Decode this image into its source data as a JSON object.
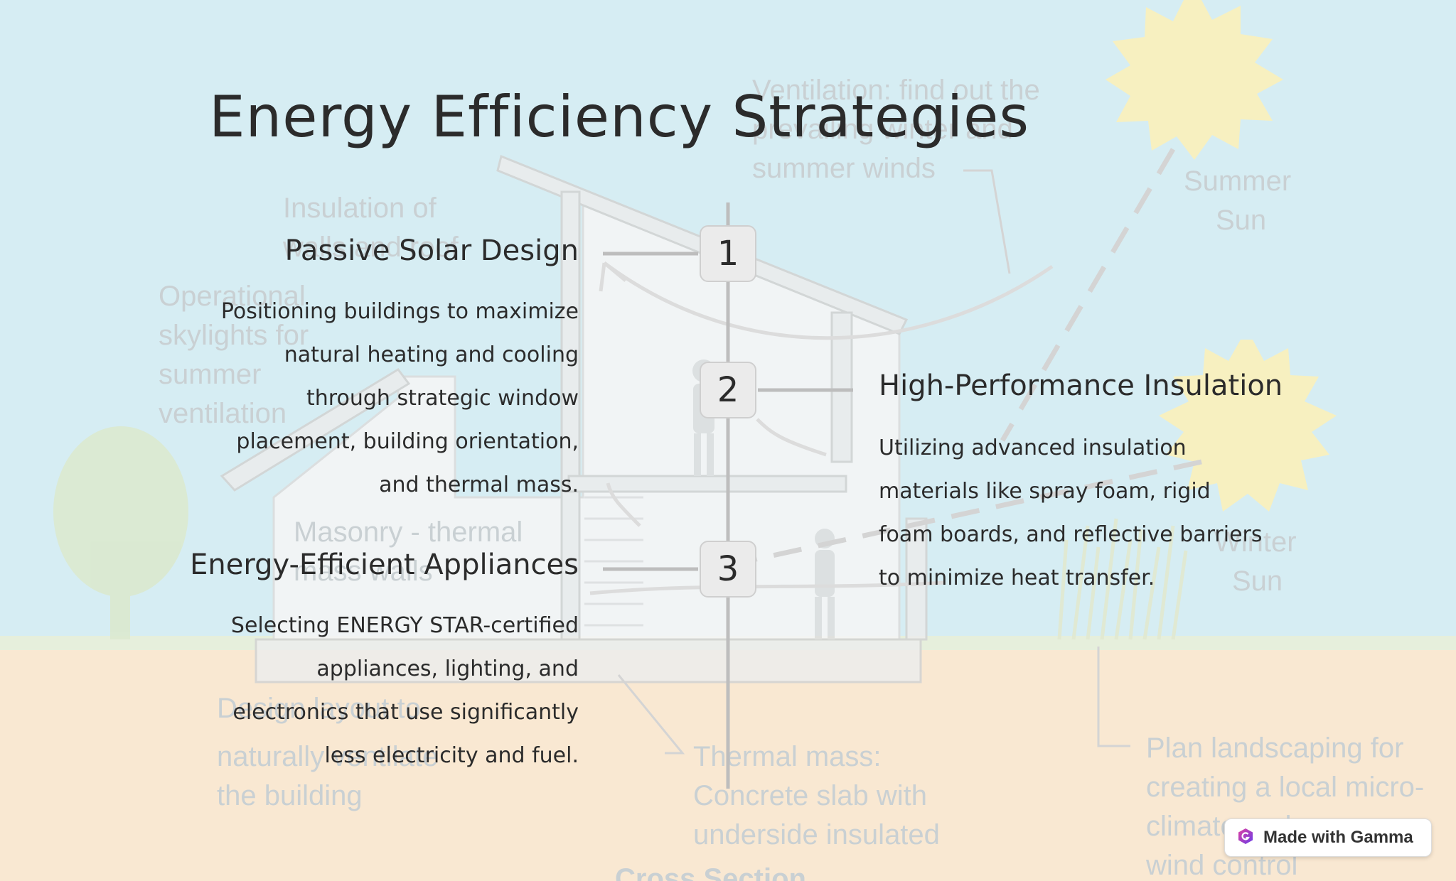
{
  "slide": {
    "title": "Energy Efficiency Strategies"
  },
  "items": [
    {
      "number": "1",
      "heading": "Passive Solar Design",
      "text": "Positioning buildings to maximize natural heating and cooling through strategic window placement, building orientation, and thermal mass."
    },
    {
      "number": "2",
      "heading": "High-Performance Insulation",
      "text": "Utilizing advanced insulation materials like spray foam, rigid foam boards, and reflective barriers to minimize heat transfer."
    },
    {
      "number": "3",
      "heading": "Energy-Efficient Appliances",
      "text": "Selecting ENERGY STAR-certified appliances, lighting, and electronics that use significantly less electricity and fuel."
    }
  ],
  "background_labels": {
    "ventilation": [
      "Ventilation: find out the",
      "prevailing winter and",
      "summer winds"
    ],
    "insulation": [
      "Insulation of",
      "walls and roof"
    ],
    "skylights": [
      "Operational",
      "skylights for",
      "summer",
      "ventilation"
    ],
    "masonry": [
      "Masonry - thermal",
      "mass walls"
    ],
    "design": [
      "Design layout to",
      "naturally ventilate",
      "the building"
    ],
    "thermal_mass": [
      "Thermal mass:",
      "Concrete slab with",
      "underside insulated"
    ],
    "landscaping": [
      "Plan landscaping for",
      "creating a local micro-",
      "climate and",
      "wind control"
    ],
    "summer_sun": [
      "Summer",
      "Sun"
    ],
    "winter_sun": [
      "Winter",
      "Sun"
    ],
    "cross_section": "Cross Section"
  },
  "badge": {
    "label": "Made with Gamma",
    "icon": "gamma-logo-icon"
  },
  "colors": {
    "sky": "#d6edf3",
    "ground": "#f9e8d2",
    "text": "#2b2b2b",
    "sun": "#f7f0c0",
    "number_box": "#ebebeb"
  }
}
